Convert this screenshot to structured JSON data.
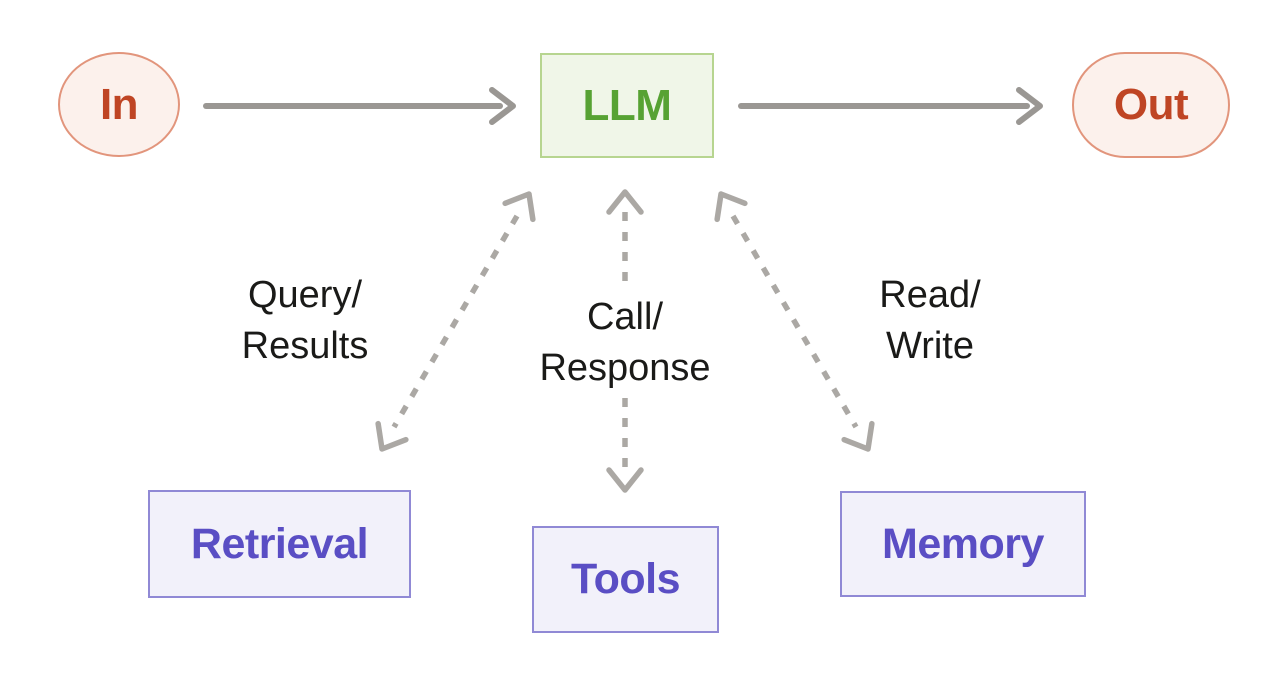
{
  "diagram": {
    "title": "LLM augmentation diagram",
    "nodes": {
      "input": {
        "label": "In"
      },
      "llm": {
        "label": "LLM"
      },
      "output": {
        "label": "Out"
      },
      "retrieval": {
        "label": "Retrieval"
      },
      "tools": {
        "label": "Tools"
      },
      "memory": {
        "label": "Memory"
      }
    },
    "edge_labels": {
      "retrieval": {
        "line1": "Query/",
        "line2": "Results"
      },
      "tools": {
        "line1": "Call/",
        "line2": "Response"
      },
      "memory": {
        "line1": "Read/",
        "line2": "Write"
      }
    },
    "colors": {
      "in_out_fill": "#FCF1EC",
      "in_out_border": "#E2957C",
      "in_out_text": "#BF4524",
      "llm_fill": "#F0F6E8",
      "llm_border": "#B7D590",
      "llm_text": "#57A233",
      "module_fill": "#F2F1FA",
      "module_border": "#9089D5",
      "module_text": "#5A4EC4",
      "arrow_solid": "#9A9793",
      "arrow_dashed": "#ABA8A4",
      "label_text": "#1A1A18"
    }
  }
}
